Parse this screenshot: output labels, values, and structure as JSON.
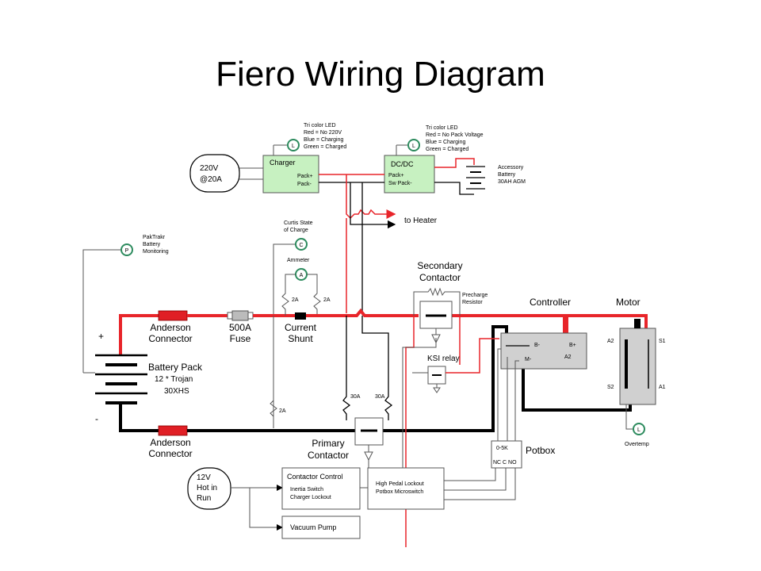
{
  "title": "Fiero Wiring Diagram",
  "colors": {
    "wire_red": "#e8252a",
    "wire_black": "#000000",
    "box_green": "#c7f1c1",
    "box_grey": "#d0d0d0",
    "gauge_green": "#2d8b5e"
  },
  "source": {
    "line1": "220V",
    "line2": "@20A"
  },
  "charger": {
    "name": "Charger",
    "pack_pos": "Pack+",
    "pack_neg": "Pack-",
    "gauge": "L",
    "note": [
      "Tri color LED",
      "Red = No 220V",
      "Blue = Charging",
      "Green = Charged"
    ]
  },
  "dcdc": {
    "name": "DC/DC",
    "pack_pos": "Pack+",
    "sw_pack": "Sw Pack-",
    "gauge": "L",
    "note": [
      "Tri color LED",
      "Red = No Pack Voltage",
      "Blue = Charging",
      "Green = Charged"
    ]
  },
  "accessory_battery": [
    "Accessory",
    "Battery",
    "30AH AGM"
  ],
  "heater": {
    "label": "to Heater"
  },
  "pak_trakr": {
    "gauge": "P",
    "lines": [
      "PakTrakr",
      "Battery",
      "Monitoring"
    ]
  },
  "curtis": {
    "gauge": "C",
    "lines": [
      "Curtis State",
      "of Charge"
    ]
  },
  "ammeter": {
    "gauge": "A",
    "label": "Ammeter",
    "fuse_left": "2A",
    "fuse_right": "2A",
    "fuse_lower": "2A"
  },
  "secondary_contactor": {
    "lines": [
      "Secondary",
      "Contactor"
    ]
  },
  "precharge": [
    "Precharge",
    "Resistor"
  ],
  "ksi": {
    "label": "KSI relay"
  },
  "controller": {
    "label": "Controller",
    "b_neg": "B-",
    "b_pos": "B+",
    "m_neg": "M-",
    "a2": "A2"
  },
  "motor": {
    "label": "Motor",
    "a2_top": "A2",
    "s1": "S1",
    "s2": "S2",
    "a1": "A1",
    "gauge": "L",
    "overtemp": "Overtemp"
  },
  "anderson_top": [
    "Anderson",
    "Connector"
  ],
  "fuse_500": [
    "500A",
    "Fuse"
  ],
  "shunt": [
    "Current",
    "Shunt"
  ],
  "battery": {
    "plus": "+",
    "minus": "-",
    "name": "Battery Pack",
    "detail1": "12 * Trojan",
    "detail2": "30XHS"
  },
  "anderson_bottom": [
    "Anderson",
    "Connector"
  ],
  "primary_contactor": {
    "lines": [
      "Primary",
      "Contactor"
    ],
    "fuse_left": "30A",
    "fuse_right": "30A"
  },
  "potbox": {
    "label": "Potbox",
    "range": "0-5K",
    "contacts": "NC C NO"
  },
  "hot12": [
    "12V",
    "Hot in",
    "Run"
  ],
  "contactor_control": {
    "title": "Contactor Control",
    "line1": "Inertia Switch",
    "line2": "Charger Lockout"
  },
  "lockout": {
    "line1": "High Pedal Lockout",
    "line2": "Potbox Microswitch"
  },
  "vacuum_pump": "Vacuum Pump"
}
